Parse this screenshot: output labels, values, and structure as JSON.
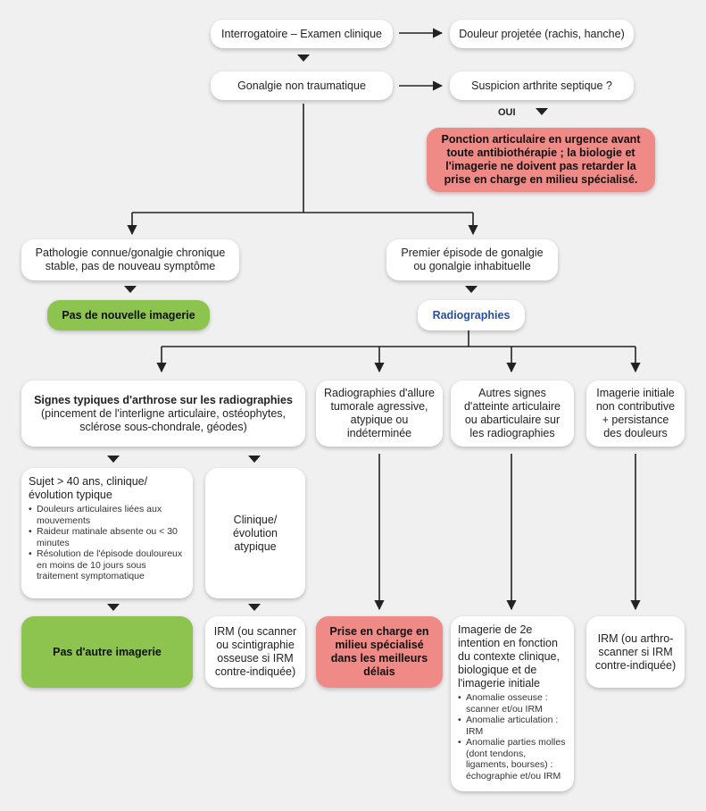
{
  "nodes": {
    "interrogatoire": "Interrogatoire – Examen clinique",
    "douleur_projetee": "Douleur projetée (rachis, hanche)",
    "gonalgie": "Gonalgie non traumatique",
    "suspicion": "Suspicion arthrite septique ?",
    "oui": "OUI",
    "ponction": "Ponction articulaire en urgence avant toute antibiothérapie ; la biologie et l'imagerie ne doivent pas retarder la prise en charge en milieu spécialisé.",
    "pathologie": "Pathologie connue/gonalgie chronique stable, pas de nouveau symptôme",
    "premier": "Premier épisode de gonalgie ou gonalgie inhabituelle",
    "pas_nouvelle": "Pas de nouvelle imagerie",
    "radiographies": "Radiographies",
    "signes_title": "Signes typiques d'arthrose sur les radiographies",
    "signes_sub": "(pincement de l'interligne articulaire, ostéophytes, sclérose sous-chondrale, géodes)",
    "allure": "Radiographies d'allure tumorale agressive, atypique ou indéterminée",
    "autres": "Autres signes d'atteinte articulaire ou abarticulaire sur les radiographies",
    "imagerie_initiale": "Imagerie initiale non contributive + persistance des douleurs",
    "sujet_title": "Sujet > 40 ans, clinique/ évolution typique",
    "sujet_bullets": [
      "Douleurs articulaires liées aux mouvements",
      "Raideur matinale absente ou < 30 minutes",
      "Résolution de l'épisode douloureux en moins de 10 jours sous traitement symptomatique"
    ],
    "clinique_atypique": "Clinique/ évolution atypique",
    "pas_autre": "Pas d'autre imagerie",
    "irm_scanner": "IRM (ou scanner ou scintigraphie osseuse si IRM contre-indiquée)",
    "prise_charge": "Prise en charge en milieu spécialisé dans les meilleurs délais",
    "imagerie2_title": "Imagerie de 2e intention en fonction du contexte clinique, biologique et de l'imagerie initiale",
    "imagerie2_bullets": [
      "Anomalie osseuse : scanner et/ou IRM",
      "Anomalie articulation : IRM",
      "Anomalie parties molles (dont tendons, ligaments, bourses) : échographie et/ou IRM"
    ],
    "irm_arthro": "IRM (ou arthro-scanner si IRM contre-indiquée)"
  },
  "colors": {
    "urgent": "#f08a86",
    "no_imaging": "#8cc44f",
    "highlight_text": "#2b4f9a",
    "line": "#222222"
  }
}
